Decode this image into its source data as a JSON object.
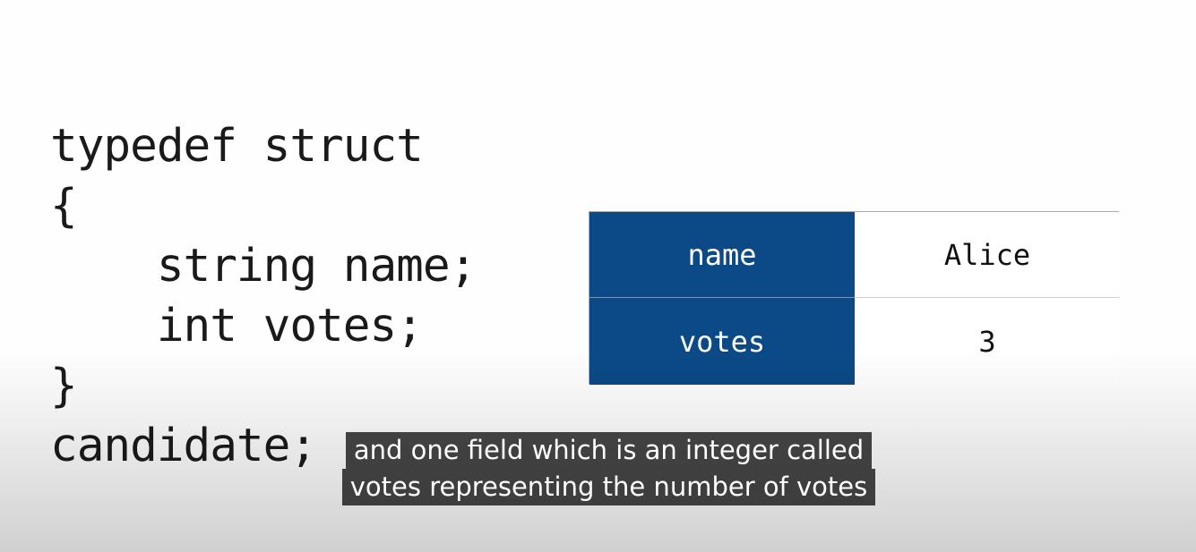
{
  "code": {
    "lines": [
      "typedef struct",
      "{",
      "    string name;",
      "    int votes;",
      "}",
      "candidate;"
    ]
  },
  "table": {
    "rows": [
      {
        "key": "name",
        "value": "Alice"
      },
      {
        "key": "votes",
        "value": "3"
      }
    ]
  },
  "caption": {
    "line1": "and one field which is an integer called",
    "line2": "votes representing the number of votes"
  },
  "colors": {
    "key_background": "#0b4a86",
    "key_text": "#ffffff",
    "value_background": "#ffffff",
    "caption_background": "#080808"
  }
}
